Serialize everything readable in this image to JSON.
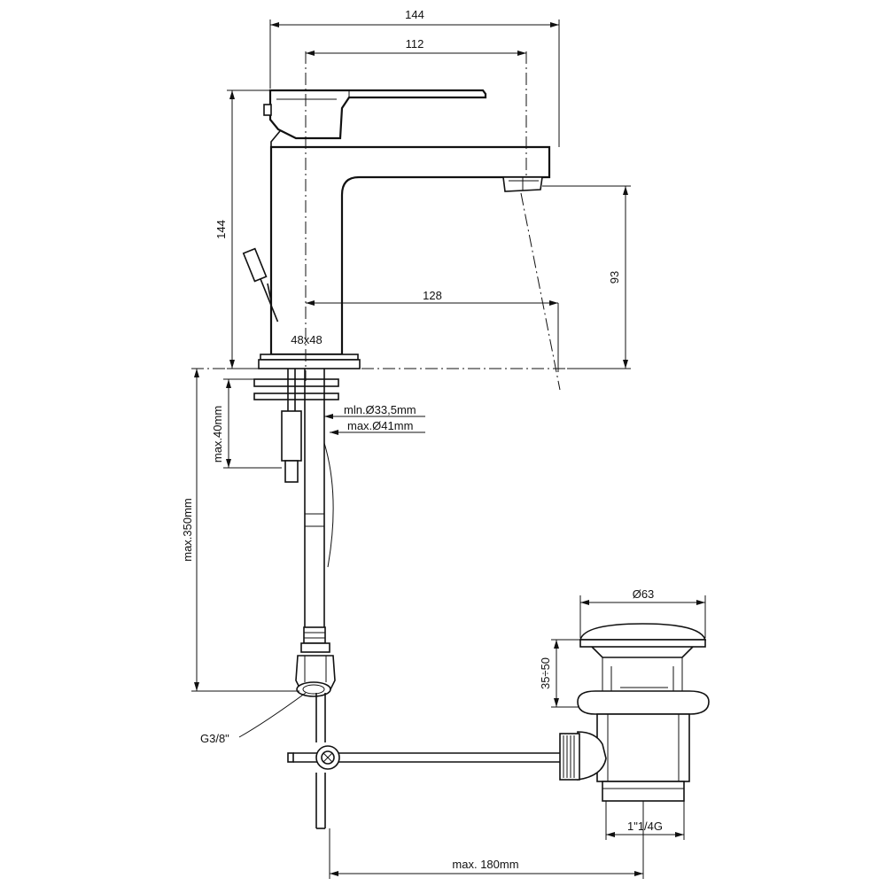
{
  "dimensions": {
    "overall_width": "144",
    "spout_reach": "112",
    "overall_height": "144",
    "spout_height": "93",
    "outlet_distance": "128",
    "base_size": "48x48",
    "hole_min": "mln.Ø33,5mm",
    "hole_max": "max.Ø41mm",
    "deck_thickness": "max.40mm",
    "hose_length": "max.350mm",
    "hose_thread": "G3/8\"",
    "waste_cap_diameter": "Ø63",
    "waste_height_range": "35÷50",
    "waste_thread": "1\"1/4G",
    "rod_length": "max. 180mm"
  }
}
